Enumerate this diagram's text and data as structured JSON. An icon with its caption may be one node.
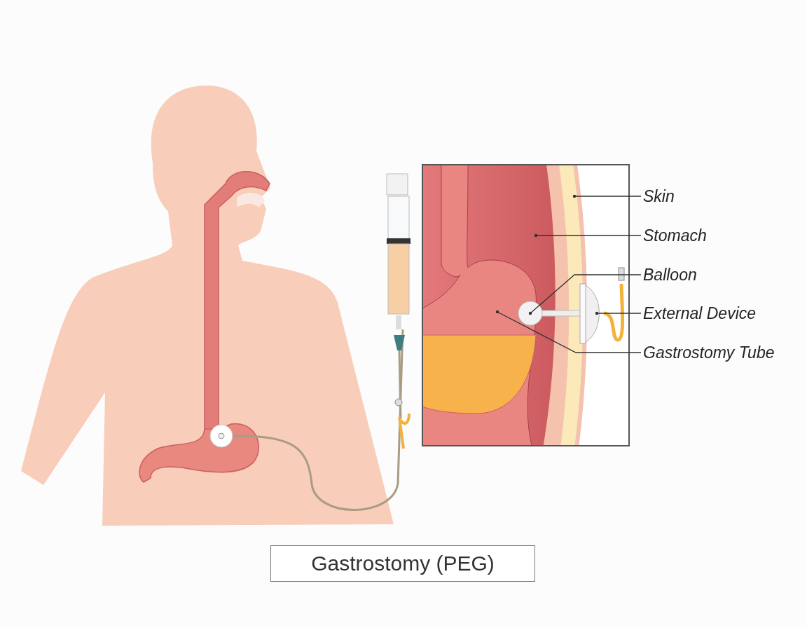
{
  "diagram": {
    "caption": "Gastrostomy (PEG)",
    "nodes": [
      {
        "text": [
          "Skin"
        ]
      },
      {
        "text": [
          "Stomach"
        ]
      },
      {
        "text": [
          "Balloon"
        ]
      },
      {
        "text": [
          "External Device"
        ]
      },
      {
        "text": [
          "Gastrostomy Tube"
        ]
      }
    ],
    "edges": [
      {
        "from": 0,
        "to": null,
        "arrow": "other"
      },
      {
        "from": 1,
        "to": null,
        "arrow": "other"
      },
      {
        "from": 2,
        "to": null,
        "arrow": "other"
      },
      {
        "from": 3,
        "to": null,
        "arrow": "other"
      },
      {
        "from": 4,
        "to": null,
        "arrow": "other"
      }
    ]
  }
}
